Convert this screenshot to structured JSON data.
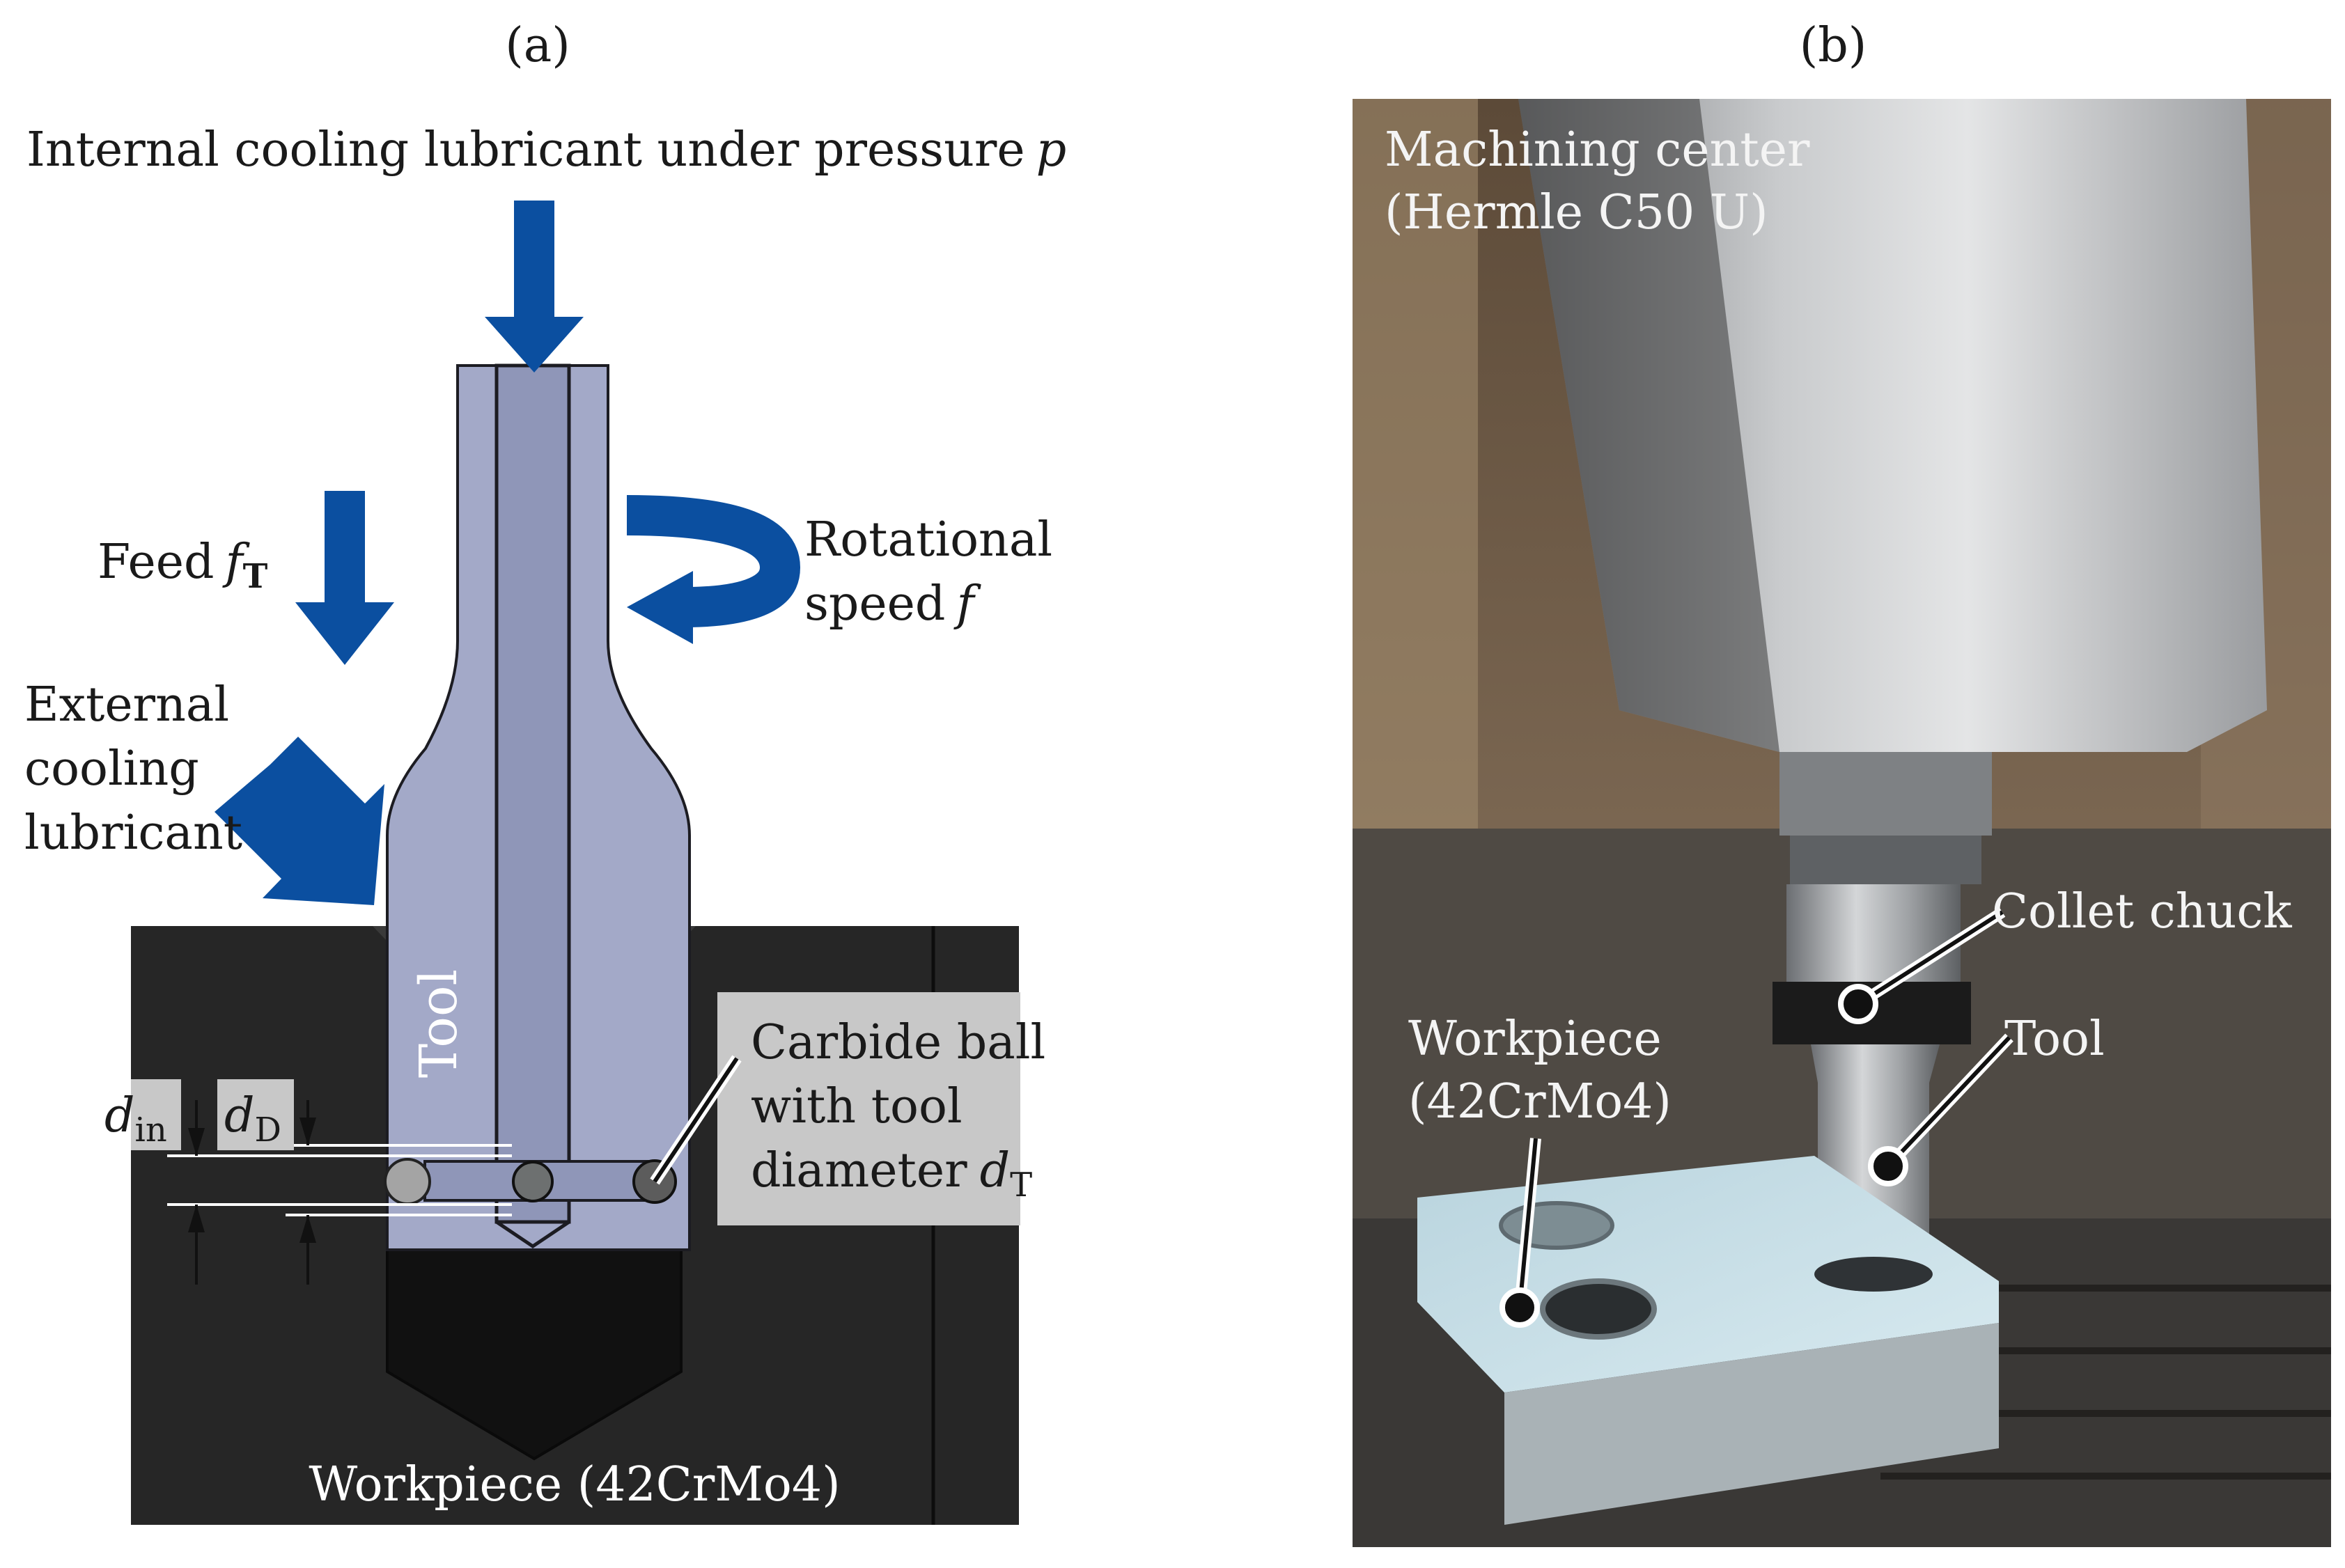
{
  "panels": {
    "a": {
      "caption": "(a)",
      "internal_cooling_label": "Internal cooling lubricant under pressure",
      "internal_cooling_symbol": "p",
      "feed_label": "Feed",
      "feed_symbol": "f",
      "feed_subscript": "T",
      "rotation_label_line1": "Rotational",
      "rotation_label_line2": "speed",
      "rotation_symbol": "f",
      "external_line1": "External",
      "external_line2": "cooling",
      "external_line3": "lubricant",
      "tool_label": "Tool",
      "d_in_symbol": "d",
      "d_in_subscript": "in",
      "d_d_symbol": "d",
      "d_d_subscript": "D",
      "carbide_line1": "Carbide ball",
      "carbide_line2": "with tool",
      "carbide_line3": "diameter",
      "carbide_symbol": "d",
      "carbide_subscript": "T",
      "workpiece_label": "Workpiece (42CrMo4)"
    },
    "b": {
      "caption": "(b)",
      "machining_line1": "Machining center",
      "machining_line2": "(Hermle C50 U)",
      "collet_label": "Collet chuck",
      "tool_label": "Tool",
      "workpiece_line1": "Workpiece",
      "workpiece_line2": "(42CrMo4)"
    }
  },
  "colors": {
    "arrow_blue": "#0b4fa0",
    "tool_fill": "#a3a9c8",
    "workpiece_fill": "#262626",
    "label_box": "#c8c8c8"
  }
}
